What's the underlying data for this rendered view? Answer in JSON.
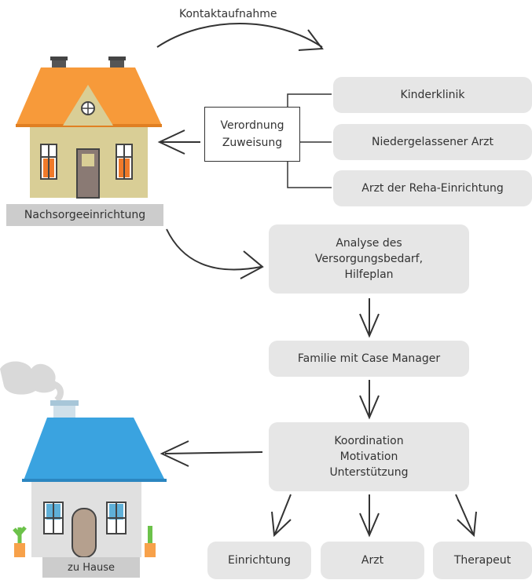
{
  "top_arrow_label": "Kontaktaufnahme",
  "center_box_label": "Verordnung\nZuweisung",
  "referrers": [
    {
      "label": "Kinderklinik"
    },
    {
      "label": "Niedergelassener Arzt"
    },
    {
      "label": "Arzt der Reha-Einrichtung"
    }
  ],
  "flow": {
    "analysis": "Analyse des\nVersorgungsbedarf,\nHilfeplan",
    "family": "Familie mit Case Manager",
    "coordination": "Koordination\nMotivation\nUnterstützung"
  },
  "outcomes": [
    {
      "label": "Einrichtung"
    },
    {
      "label": "Arzt"
    },
    {
      "label": "Therapeut"
    }
  ],
  "houses": {
    "nachsorge": "Nachsorgeeinrichtung",
    "home": "zu Hause"
  },
  "colors": {
    "box_fill": "#e6e6e6",
    "roof_orange": "#f79a3a",
    "roof_blue": "#3aa3e0",
    "house_wall": "#d9ce96",
    "home_wall": "#e0e0e0",
    "ink": "#333333"
  }
}
